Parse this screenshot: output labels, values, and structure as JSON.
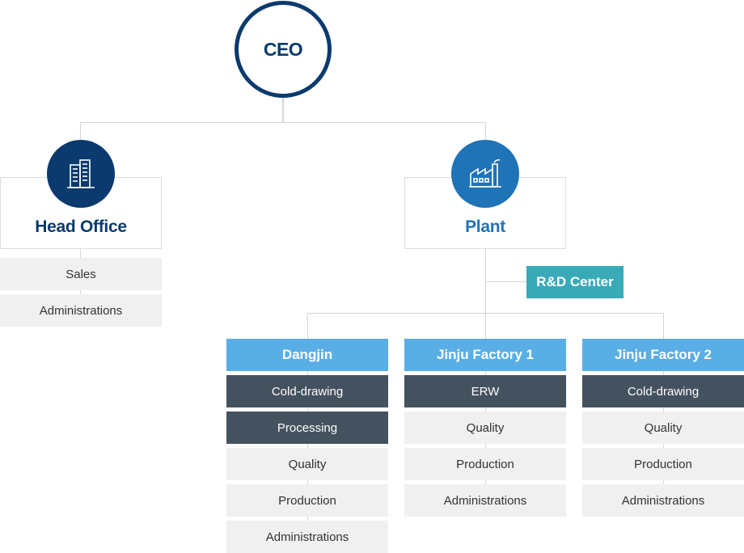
{
  "ceo": {
    "label": "CEO"
  },
  "head_office": {
    "title": "Head Office",
    "icon": "office-building-icon",
    "items": [
      "Sales",
      "Administrations"
    ]
  },
  "plant": {
    "title": "Plant",
    "icon": "factory-icon"
  },
  "rd_center": {
    "label": "R&D Center"
  },
  "branches": [
    {
      "name": "Dangjin",
      "items": [
        {
          "label": "Cold-drawing",
          "style": "dark"
        },
        {
          "label": "Processing",
          "style": "dark"
        },
        {
          "label": "Quality",
          "style": "light"
        },
        {
          "label": "Production",
          "style": "light"
        },
        {
          "label": "Administrations",
          "style": "light"
        }
      ]
    },
    {
      "name": "Jinju Factory 1",
      "items": [
        {
          "label": "ERW",
          "style": "dark"
        },
        {
          "label": "Quality",
          "style": "light"
        },
        {
          "label": "Production",
          "style": "light"
        },
        {
          "label": "Administrations",
          "style": "light"
        }
      ]
    },
    {
      "name": "Jinju Factory 2",
      "items": [
        {
          "label": "Cold-drawing",
          "style": "dark"
        },
        {
          "label": "Quality",
          "style": "light"
        },
        {
          "label": "Production",
          "style": "light"
        },
        {
          "label": "Administrations",
          "style": "light"
        }
      ]
    }
  ],
  "colors": {
    "navy": "#0a3a6e",
    "plant_blue": "#1f73b7",
    "branch_head": "#5aaee6",
    "dark_row": "#44525f",
    "light_row": "#f0f0f0",
    "rd_teal": "#3aaab8"
  }
}
